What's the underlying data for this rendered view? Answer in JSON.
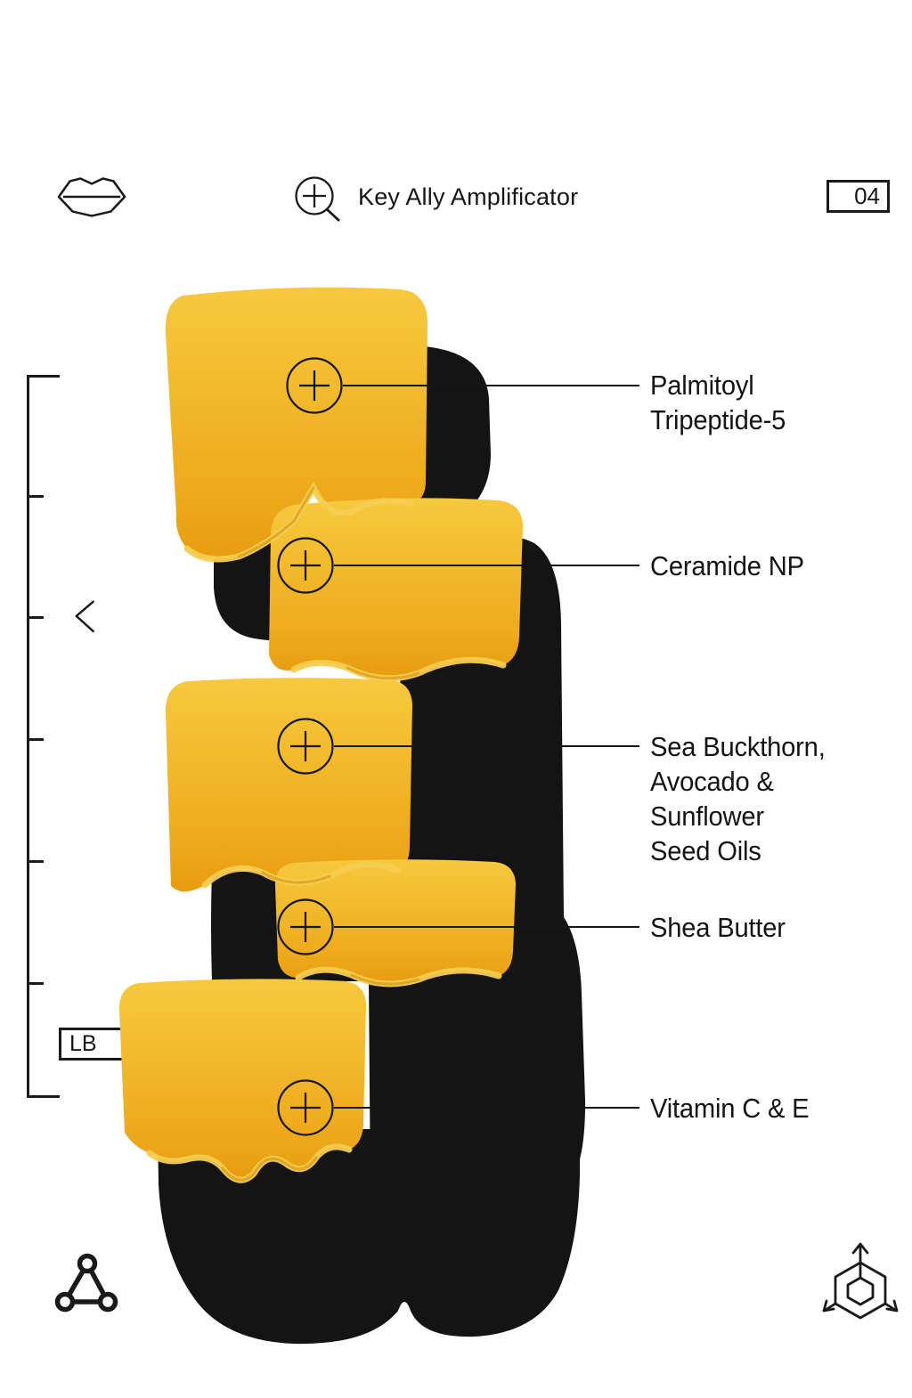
{
  "header": {
    "title": "Key Ally Amplificator",
    "page_number": "04",
    "lips_icon": "lips-icon",
    "magnifier_icon": "magnifier-plus-icon"
  },
  "scale_ruler": {
    "chevron": "<",
    "unit_label": "LB",
    "tick_count": 7
  },
  "callouts": [
    {
      "id": "palmitoyl-tripeptide-5",
      "text": "Palmitoyl\nTripeptide-5"
    },
    {
      "id": "ceramide-np",
      "text": "Ceramide NP"
    },
    {
      "id": "sea-buckthorn-avocado-sunflower-seed-oils",
      "text": "Sea Buckthorn,\nAvocado &\nSunflower\nSeed Oils"
    },
    {
      "id": "shea-butter",
      "text": "Shea Butter"
    },
    {
      "id": "vitamin-c-e",
      "text": "Vitamin C & E"
    }
  ],
  "footer": {
    "left_icon": "molecule-triangle-icon",
    "right_icon": "cube-axes-icon"
  },
  "colors": {
    "ink": "#1a1a1a",
    "butter_light": "#f6c93f",
    "butter_mid": "#f0b428",
    "butter_deep": "#e89c10",
    "torn_edge": "#f6cd50",
    "shadow": "#141414",
    "background": "#ffffff"
  }
}
